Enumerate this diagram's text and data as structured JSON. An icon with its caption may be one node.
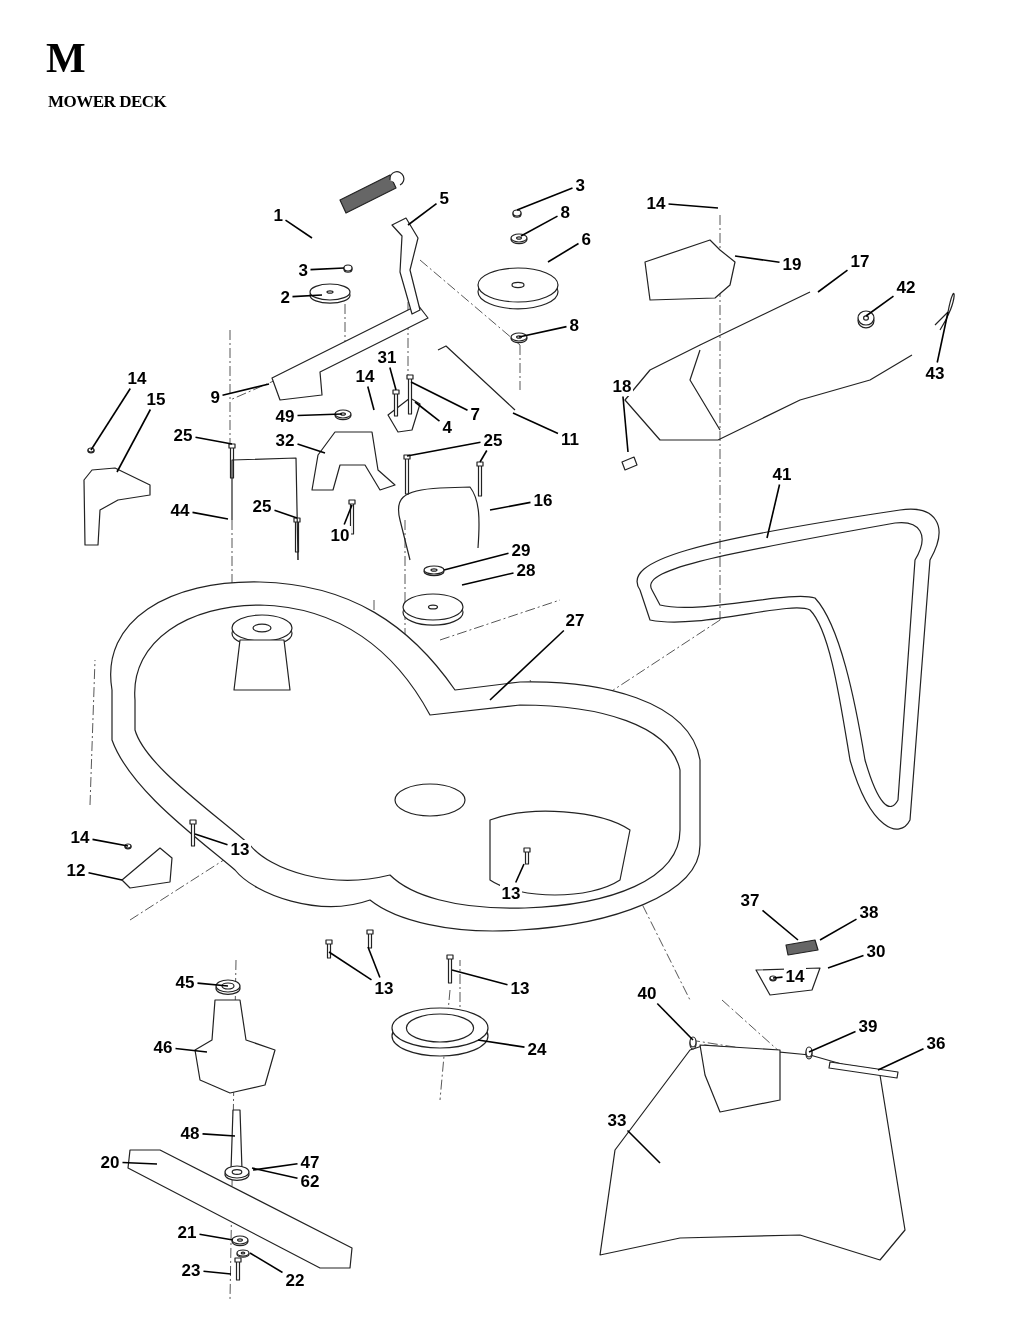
{
  "diagram": {
    "title": "MOWER DECK",
    "nodes": [
      {
        "text": [
          "1"
        ]
      },
      {
        "text": [
          "5"
        ]
      },
      {
        "text": [
          "3"
        ]
      },
      {
        "text": [
          "8"
        ]
      },
      {
        "text": [
          "6"
        ]
      },
      {
        "text": [
          "3"
        ]
      },
      {
        "text": [
          "14"
        ]
      },
      {
        "text": [
          "19"
        ]
      },
      {
        "text": [
          "17"
        ]
      },
      {
        "text": [
          "42"
        ]
      },
      {
        "text": [
          "43"
        ]
      },
      {
        "text": [
          "2"
        ]
      },
      {
        "text": [
          "8"
        ]
      },
      {
        "text": [
          "9"
        ]
      },
      {
        "text": [
          "31"
        ]
      },
      {
        "text": [
          "14"
        ]
      },
      {
        "text": [
          "7"
        ]
      },
      {
        "text": [
          "18"
        ]
      },
      {
        "text": [
          "49"
        ]
      },
      {
        "text": [
          "4"
        ]
      },
      {
        "text": [
          "14"
        ]
      },
      {
        "text": [
          "15"
        ]
      },
      {
        "text": [
          "25"
        ]
      },
      {
        "text": [
          "32"
        ]
      },
      {
        "text": [
          "25"
        ]
      },
      {
        "text": [
          "11"
        ]
      },
      {
        "text": [
          "41"
        ]
      },
      {
        "text": [
          "44"
        ]
      },
      {
        "text": [
          "25"
        ]
      },
      {
        "text": [
          "10"
        ]
      },
      {
        "text": [
          "16"
        ]
      },
      {
        "text": [
          "29"
        ]
      },
      {
        "text": [
          "28"
        ]
      },
      {
        "text": [
          "27"
        ]
      },
      {
        "text": [
          "14"
        ]
      },
      {
        "text": [
          "13"
        ]
      },
      {
        "text": [
          "12"
        ]
      },
      {
        "text": [
          "13"
        ]
      },
      {
        "text": [
          "37"
        ]
      },
      {
        "text": [
          "38"
        ]
      },
      {
        "text": [
          "14"
        ]
      },
      {
        "text": [
          "30"
        ]
      },
      {
        "text": [
          "45"
        ]
      },
      {
        "text": [
          "13"
        ]
      },
      {
        "text": [
          "13"
        ]
      },
      {
        "text": [
          "40"
        ]
      },
      {
        "text": [
          "24"
        ]
      },
      {
        "text": [
          "39"
        ]
      },
      {
        "text": [
          "36"
        ]
      },
      {
        "text": [
          "46"
        ]
      },
      {
        "text": [
          "33"
        ]
      },
      {
        "text": [
          "48"
        ]
      },
      {
        "text": [
          "20"
        ]
      },
      {
        "text": [
          "47"
        ]
      },
      {
        "text": [
          "62"
        ]
      },
      {
        "text": [
          "21"
        ]
      },
      {
        "text": [
          "23"
        ]
      },
      {
        "text": [
          "22"
        ]
      }
    ],
    "edges": [
      {
        "from": 0,
        "to": null,
        "arrow": "none"
      },
      {
        "from": 1,
        "to": null,
        "arrow": "none"
      },
      {
        "from": 2,
        "to": null,
        "arrow": "none"
      },
      {
        "from": 3,
        "to": null,
        "arrow": "none"
      },
      {
        "from": 4,
        "to": null,
        "arrow": "none"
      },
      {
        "from": 5,
        "to": null,
        "arrow": "none"
      },
      {
        "from": 6,
        "to": null,
        "arrow": "none"
      },
      {
        "from": 7,
        "to": null,
        "arrow": "none"
      },
      {
        "from": 8,
        "to": null,
        "arrow": "none"
      },
      {
        "from": 9,
        "to": null,
        "arrow": "none"
      },
      {
        "from": 10,
        "to": null,
        "arrow": "none"
      },
      {
        "from": 11,
        "to": null,
        "arrow": "none"
      },
      {
        "from": 12,
        "to": null,
        "arrow": "none"
      },
      {
        "from": 13,
        "to": null,
        "arrow": "none"
      },
      {
        "from": 14,
        "to": null,
        "arrow": "none"
      },
      {
        "from": 15,
        "to": null,
        "arrow": "none"
      },
      {
        "from": 16,
        "to": null,
        "arrow": "none"
      },
      {
        "from": 17,
        "to": null,
        "arrow": "none"
      },
      {
        "from": 18,
        "to": null,
        "arrow": "none"
      },
      {
        "from": 19,
        "to": null,
        "arrow": "none"
      },
      {
        "from": 20,
        "to": null,
        "arrow": "none"
      },
      {
        "from": 21,
        "to": null,
        "arrow": "none"
      },
      {
        "from": 22,
        "to": null,
        "arrow": "none"
      },
      {
        "from": 23,
        "to": null,
        "arrow": "none"
      },
      {
        "from": 24,
        "to": null,
        "arrow": "none"
      },
      {
        "from": 24,
        "to": null,
        "arrow": "none"
      },
      {
        "from": 25,
        "to": null,
        "arrow": "none"
      },
      {
        "from": 26,
        "to": null,
        "arrow": "none"
      },
      {
        "from": 27,
        "to": null,
        "arrow": "none"
      },
      {
        "from": 28,
        "to": null,
        "arrow": "none"
      },
      {
        "from": 29,
        "to": null,
        "arrow": "none"
      },
      {
        "from": 30,
        "to": null,
        "arrow": "none"
      },
      {
        "from": 31,
        "to": null,
        "arrow": "none"
      },
      {
        "from": 32,
        "to": null,
        "arrow": "none"
      },
      {
        "from": 33,
        "to": null,
        "arrow": "none"
      },
      {
        "from": 34,
        "to": null,
        "arrow": "none"
      },
      {
        "from": 35,
        "to": null,
        "arrow": "none"
      },
      {
        "from": 36,
        "to": null,
        "arrow": "none"
      },
      {
        "from": 37,
        "to": null,
        "arrow": "none"
      },
      {
        "from": 38,
        "to": null,
        "arrow": "none"
      },
      {
        "from": 39,
        "to": null,
        "arrow": "none"
      },
      {
        "from": 40,
        "to": null,
        "arrow": "none"
      },
      {
        "from": 41,
        "to": null,
        "arrow": "none"
      },
      {
        "from": 42,
        "to": null,
        "arrow": "none"
      },
      {
        "from": 43,
        "to": null,
        "arrow": "none"
      },
      {
        "from": 43,
        "to": null,
        "arrow": "none"
      },
      {
        "from": 44,
        "to": null,
        "arrow": "none"
      },
      {
        "from": 45,
        "to": null,
        "arrow": "none"
      },
      {
        "from": 46,
        "to": null,
        "arrow": "none"
      },
      {
        "from": 47,
        "to": null,
        "arrow": "none"
      },
      {
        "from": 48,
        "to": null,
        "arrow": "none"
      },
      {
        "from": 49,
        "to": null,
        "arrow": "none"
      },
      {
        "from": 50,
        "to": null,
        "arrow": "none"
      },
      {
        "from": 51,
        "to": null,
        "arrow": "none"
      },
      {
        "from": 52,
        "to": null,
        "arrow": "none"
      },
      {
        "from": 53,
        "to": null,
        "arrow": "none"
      },
      {
        "from": 54,
        "to": null,
        "arrow": "none"
      },
      {
        "from": 55,
        "to": null,
        "arrow": "none"
      },
      {
        "from": 56,
        "to": null,
        "arrow": "none"
      },
      {
        "from": 57,
        "to": null,
        "arrow": "none"
      }
    ],
    "labels": [
      "M"
    ]
  }
}
